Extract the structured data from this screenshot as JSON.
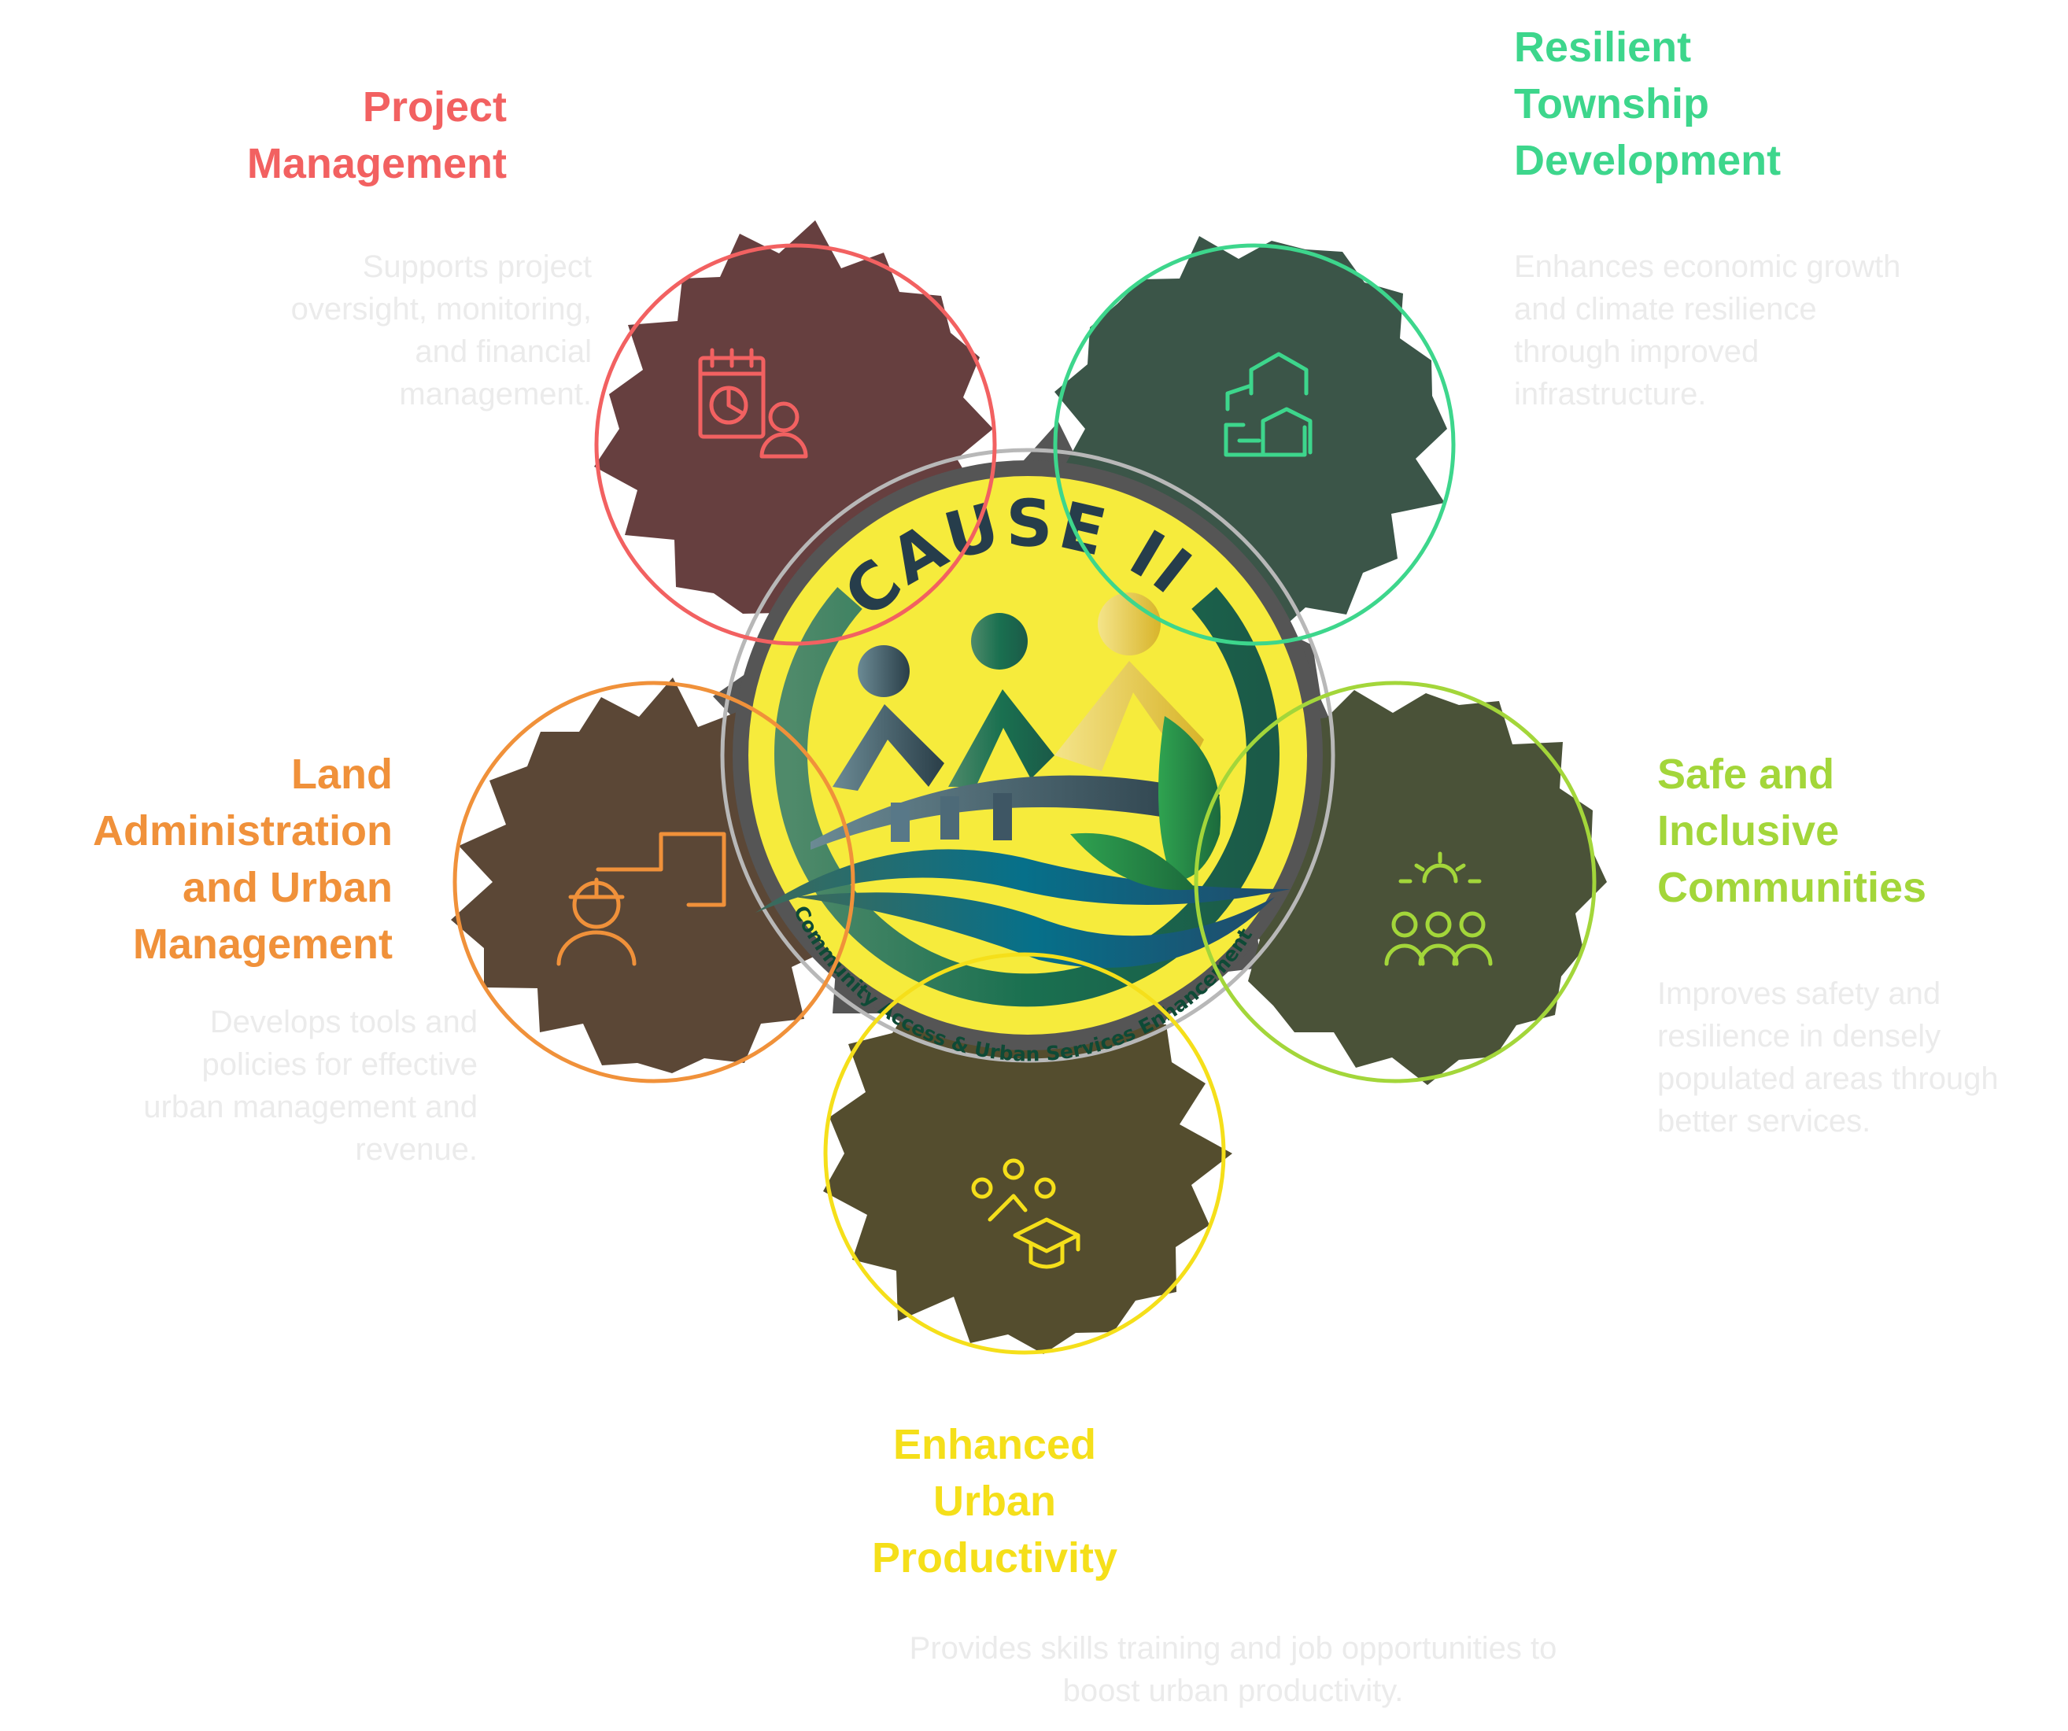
{
  "logo": {
    "title": "CAUSE II",
    "subtitle": "Community Access & Urban Services Enhancement"
  },
  "colors": {
    "project": "#f26161",
    "township": "#3dd68c",
    "land": "#f0913a",
    "safe": "#a3d63a",
    "productivity": "#f5df1a"
  },
  "nodes": {
    "project": {
      "title": "Project\nManagement",
      "desc": "Supports project\noversight, monitoring,\nand financial\nmanagement.",
      "icon": "calendar-chart-person-icon"
    },
    "township": {
      "title": "Resilient\nTownship\nDevelopment",
      "desc": "Enhances economic growth\nand climate resilience\nthrough improved\ninfrastructure.",
      "icon": "buildings-icon"
    },
    "land": {
      "title": "Land\nAdministration\nand Urban\nManagement",
      "desc": "Develops tools and\npolicies for effective\nurban management and\nrevenue.",
      "icon": "engineer-blueprint-icon"
    },
    "safe": {
      "title": "Safe and\nInclusive\nCommunities",
      "desc": "Improves safety and\nresilience in densely\npopulated areas through\nbetter services.",
      "icon": "community-sun-icon"
    },
    "productivity": {
      "title": "Enhanced\nUrban\nProductivity",
      "desc": "Provides skills training and job opportunities to\nboost urban productivity.",
      "icon": "graduation-team-icon"
    }
  }
}
